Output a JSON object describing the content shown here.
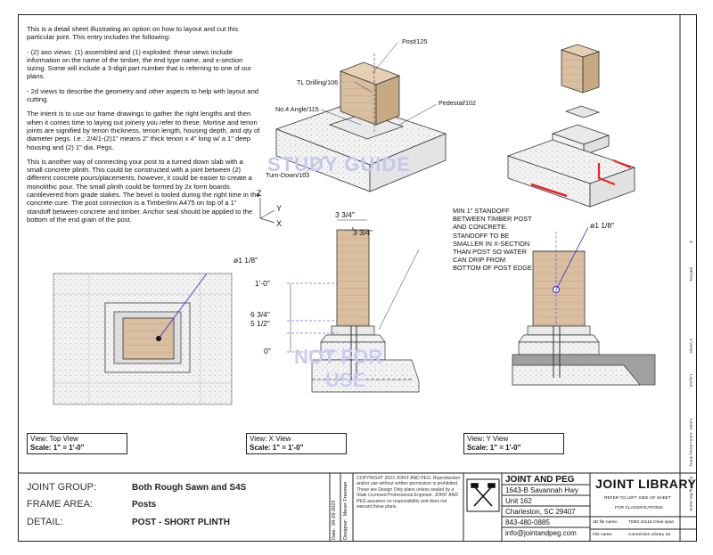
{
  "intro": {
    "p1": "This is a detail sheet illustrating an option on how to layout and cut this particular joint. This entry includes the following:",
    "p2": "- (2) axo views: (1) assembled and (1) exploded: these views include information on the name of the timber, the end type name, and x-section sizing. Some will include a 3-digit part number that is referring to one of our plans.",
    "p3": "- 2d views to describe the geometry and other aspects to help with layout and cutting.",
    "p4": "The intent is to use our frame drawings to gather the right lengths and then when it comes time to laying out joinery you refer to these. Mortise and tenon joints are signified by tenon thickness, tenon length, housing depth, and qty of diameter pegs. I.e.: 2/4/1-(2)1\" means 2\" thick tenon x 4\" long w/ a 1\" deep housing and (2) 1\" dia. Pegs.",
    "p5": "This is another way of connecting your post to a turned down slab with a small concrete plinth. This could be constructed with a joint between (2) different concrete pours/placements, however, it could be easier to create a monolithic pour. The small plinth could be formed by 2x form boards cantilevered from grade stakes. The bevel is tooled during the right time in the concrete cure. The post connection is a Timberlinx A475 on top of a 1\" standoff between concrete and timber. Anchor seal should be applied to the bottom of the end grain of the post."
  },
  "callouts": {
    "post": "Post/125",
    "tl_drilling": "TL Drilling/106",
    "no4_angle": "No.4 Angle/115",
    "pedestal": "Pedestal/102",
    "turn_down": "Turn-Down/103"
  },
  "axes": {
    "z": "Z",
    "y": "Y",
    "x": "X"
  },
  "dims": {
    "d1": "3 3/4\"",
    "d2": "3 3/4\"",
    "dia_top": "ø1 1/8\"",
    "dia_y": "ø1 1/8\"",
    "h1": "1'-0\"",
    "h2": "6 3/4\"",
    "h3": "5 1/2\"",
    "h4": "0\""
  },
  "note": "MIN 1\" STANDOFF BETWEEN TIMBER POST AND CONCRETE. STANDOFF TO BE SMALLER IN X-SECTION THAN POST SO WATER CAN DRIP FROM BOTTOM OF POST EDGE.",
  "watermarks": {
    "study": "STUDY GUIDE",
    "not": "NOT FOR",
    "use": "USE"
  },
  "views": [
    {
      "label": "View:  Top View",
      "scale": "Scale:  1\" = 1'-0\""
    },
    {
      "label": "View:  X View",
      "scale": "Scale:  1\" = 1'-0\""
    },
    {
      "label": "View:  Y View",
      "scale": "Scale:  1\" = 1'-0\""
    }
  ],
  "title_block": {
    "joint_group_label": "JOINT GROUP:",
    "joint_group_value": "Both Rough Sawn and S4S",
    "frame_area_label": "FRAME AREA:",
    "frame_area_value": "Posts",
    "detail_label": "DETAIL:",
    "detail_value": "POST - SHORT PLINTH",
    "date_label": "Date:",
    "date_value": "09-29-2023",
    "designer_label": "Designer:",
    "designer_value": "Mever Freeman",
    "copyright": "COPYRIGHT 2023 JOINT AND PEG. Reproduction and/or use without written permission is prohibited. These are Design Only plans unless sealed by a State Licensed Professional Engineer. JOINT AND PEG assumes no responsibility and does not warrant these plans.",
    "company": "JOINT AND PEG",
    "addr1": "1643-B Savannah Hwy",
    "addr2": "Unit 162",
    "addr3": "Charleston, SC 29407",
    "phone": "843-480-0885",
    "email": "info@jointandpeg.com",
    "library": "JOINT LIBRARY",
    "refer": "REFER TO LEFT SIDE OF SHEET",
    "classifications": "FOR CLASSIFICATIONS",
    "file3d_label": "3D file name:",
    "file3d_value": "TI050 24x16 Clear span",
    "filename_label": "File name:",
    "filename_value": "Connection Library 2d",
    "side1": "Letter: Joint Library Entry",
    "side2": "Layout",
    "side3": "3 Views",
    "side4": "DETAIL",
    "side5": "Drawing file name:",
    "side6": "4"
  },
  "colors": {
    "wood": "#d9bfa0",
    "wood_dark": "#b79b7a",
    "concrete": "#ececec",
    "red": "#e22",
    "blue": "#2b2bd0",
    "ground": "#a0a0a0"
  }
}
